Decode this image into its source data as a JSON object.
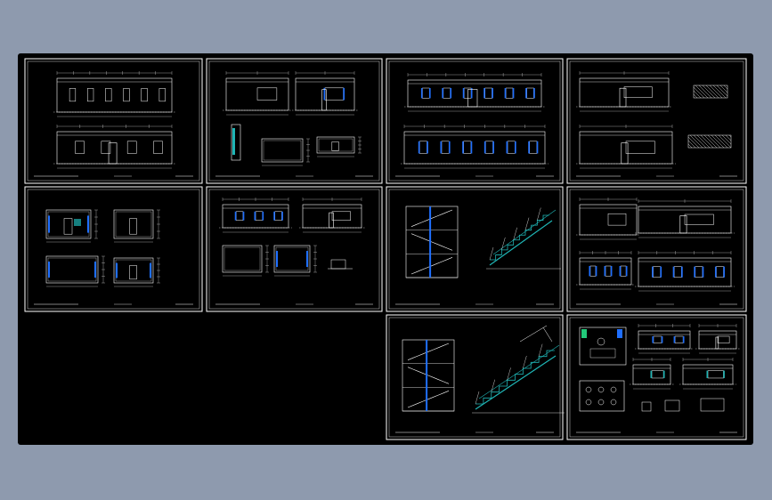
{
  "app": {
    "background_color": "#8e9aae",
    "canvas_color": "#000000"
  },
  "palette": {
    "line": "#ffffff",
    "accent": "#1f6fff",
    "teal": "#1fb5b5",
    "green": "#22c97a"
  },
  "sheets": [
    {
      "id": "sheet-1",
      "col": 0,
      "row": 0,
      "kind": "elevation-pair"
    },
    {
      "id": "sheet-2",
      "col": 1,
      "row": 0,
      "kind": "sections-details"
    },
    {
      "id": "sheet-3",
      "col": 2,
      "row": 0,
      "kind": "elevation-pair-blue"
    },
    {
      "id": "sheet-4",
      "col": 3,
      "row": 0,
      "kind": "elevations-hatch"
    },
    {
      "id": "sheet-5",
      "col": 0,
      "row": 1,
      "kind": "four-rooms"
    },
    {
      "id": "sheet-6",
      "col": 1,
      "row": 1,
      "kind": "four-rooms-detail"
    },
    {
      "id": "sheet-7",
      "col": 2,
      "row": 1,
      "kind": "stair"
    },
    {
      "id": "sheet-8",
      "col": 3,
      "row": 1,
      "kind": "four-elevations"
    },
    {
      "id": "sheet-9",
      "col": 2,
      "row": 2,
      "kind": "stair-large"
    },
    {
      "id": "sheet-10",
      "col": 3,
      "row": 2,
      "kind": "plan-mixed"
    }
  ]
}
